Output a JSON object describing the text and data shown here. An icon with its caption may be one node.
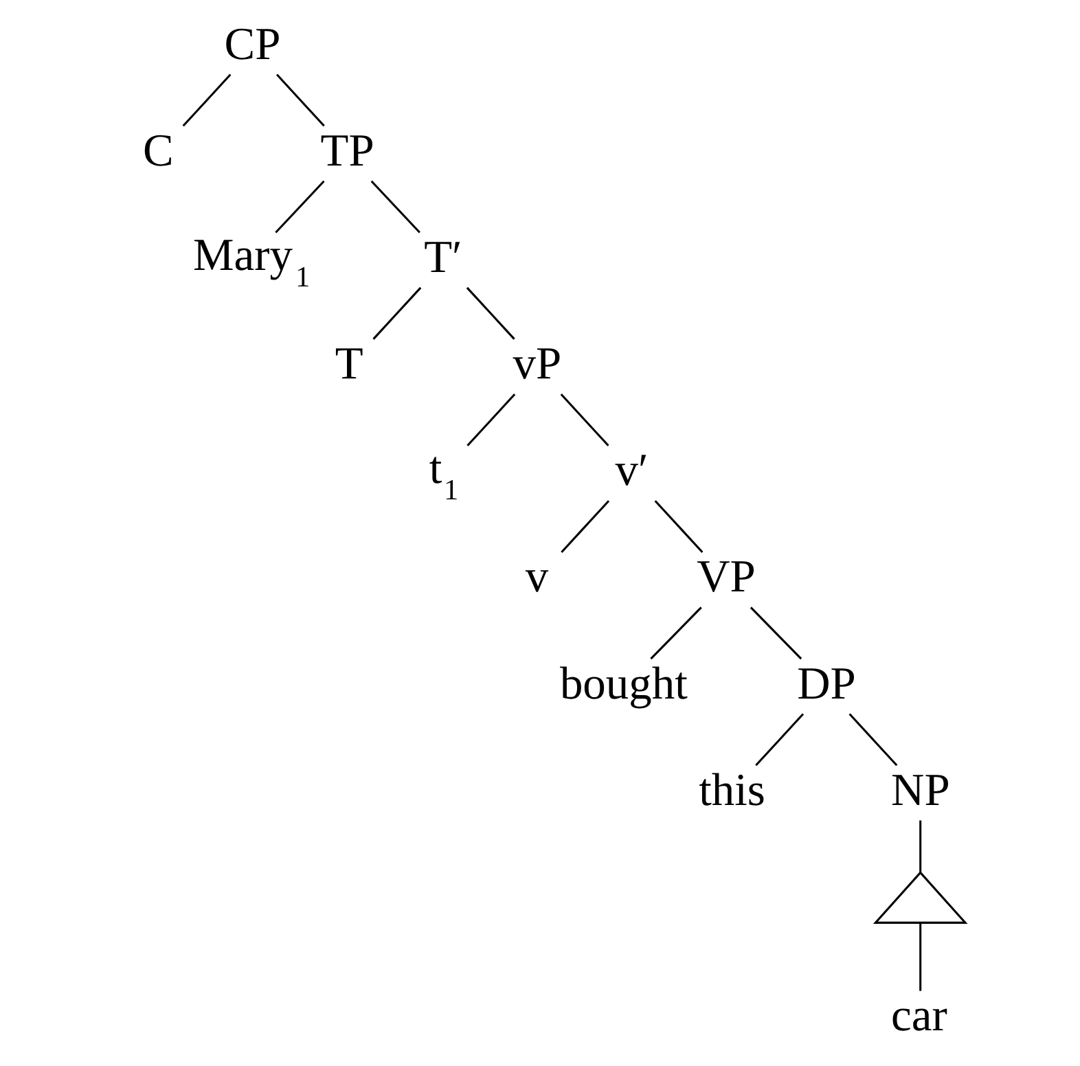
{
  "diagram": {
    "nodes": [
      {
        "text": [
          "CP"
        ]
      },
      {
        "text": [
          "C"
        ]
      },
      {
        "text": [
          "TP"
        ]
      },
      {
        "text": [
          "Mary$_{1}$"
        ]
      },
      {
        "text": [
          "T′"
        ]
      },
      {
        "text": [
          "T"
        ]
      },
      {
        "text": [
          "vP"
        ]
      },
      {
        "text": [
          "t$_{1}$"
        ]
      },
      {
        "text": [
          "v′"
        ]
      },
      {
        "text": [
          "v"
        ]
      },
      {
        "text": [
          "VP"
        ]
      },
      {
        "text": [
          "bought"
        ]
      },
      {
        "text": [
          "DP"
        ]
      },
      {
        "text": [
          "this"
        ]
      },
      {
        "text": [
          "NP"
        ]
      },
      {
        "text": [],
        "shape": "triangle"
      },
      {
        "text": [
          "car"
        ]
      }
    ],
    "edges": [
      {
        "from": 0,
        "to": 1,
        "arrow": "none"
      },
      {
        "from": 0,
        "to": 2,
        "arrow": "none"
      },
      {
        "from": 2,
        "to": 3,
        "arrow": "none"
      },
      {
        "from": 2,
        "to": 4,
        "arrow": "none"
      },
      {
        "from": 4,
        "to": 5,
        "arrow": "none"
      },
      {
        "from": 4,
        "to": 6,
        "arrow": "none"
      },
      {
        "from": 6,
        "to": 7,
        "arrow": "none"
      },
      {
        "from": 6,
        "to": 8,
        "arrow": "none"
      },
      {
        "from": 8,
        "to": 9,
        "arrow": "none"
      },
      {
        "from": 8,
        "to": 10,
        "arrow": "none"
      },
      {
        "from": 10,
        "to": 11,
        "arrow": "none"
      },
      {
        "from": 10,
        "to": 12,
        "arrow": "none"
      },
      {
        "from": 12,
        "to": 13,
        "arrow": "none"
      },
      {
        "from": 12,
        "to": 14,
        "arrow": "none"
      },
      {
        "from": 14,
        "to": 15,
        "arrow": "none"
      },
      {
        "from": 15,
        "to": 16,
        "arrow": "none"
      }
    ]
  }
}
